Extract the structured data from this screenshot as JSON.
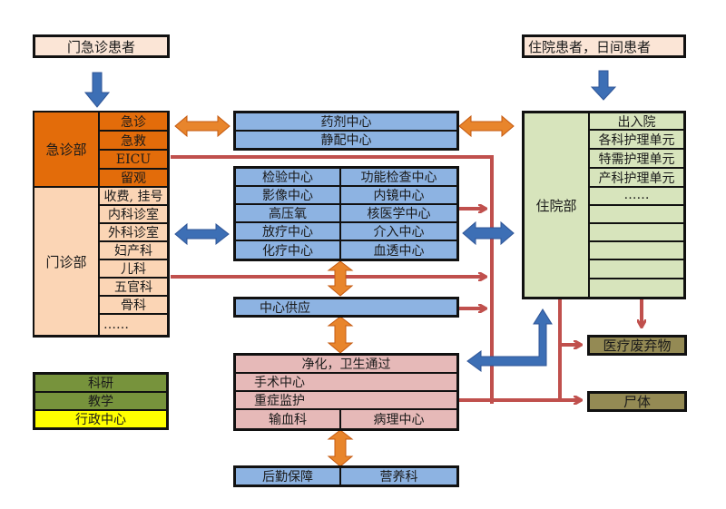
{
  "title": "医院功能流程关系图",
  "colors": {
    "patient_box": "#fbe5d6",
    "emergency": "#e36c0a",
    "outpatient": "#fbd5b5",
    "medical_tech": "#8db3e2",
    "inpatient": "#d7e4bc",
    "surgery": "#e6b9b8",
    "waste": "#948a54",
    "research": "#77933c",
    "admin": "#ffff00",
    "arrow_blue": "#3d6fb5",
    "arrow_orange": "#e8852c",
    "line_red": "#c0504d"
  },
  "patients": {
    "outpatient_emergency": "门急诊患者",
    "inpatient_day": "住院患者，日间患者"
  },
  "emergency_dept": {
    "label": "急诊部",
    "items": [
      "急诊",
      "急救",
      "EICU",
      "留观"
    ]
  },
  "outpatient_dept": {
    "label": "门诊部",
    "items": [
      "收费, 挂号",
      "内科诊室",
      "外科诊室",
      "妇产科",
      "儿科",
      "五官科",
      "骨科",
      "……"
    ]
  },
  "research_admin": [
    "科研",
    "教学",
    "行政中心"
  ],
  "pharmacy": [
    "药剂中心",
    "静配中心"
  ],
  "medical_tech": {
    "left": [
      "检验中心",
      "影像中心",
      "高压氧",
      "放疗中心",
      "化疗中心"
    ],
    "right": [
      "功能检查中心",
      "内镜中心",
      "核医学中心",
      "介入中心",
      "血透中心"
    ]
  },
  "central_supply": "中心供应",
  "surgery_block": {
    "top": "净化，卫生通过",
    "rows": [
      "手术中心",
      "重症监护"
    ],
    "bottom_left": "输血科",
    "bottom_right": "病理中心"
  },
  "logistics": [
    "后勤保障",
    "营养科"
  ],
  "inpatient_dept": {
    "label": "住院部",
    "items": [
      "出入院",
      "各科护理单元",
      "特需护理单元",
      "产科护理单元",
      "……",
      "",
      "",
      "",
      "",
      ""
    ]
  },
  "outputs": {
    "medical_waste": "医疗废弃物",
    "corpse": "尸体"
  }
}
